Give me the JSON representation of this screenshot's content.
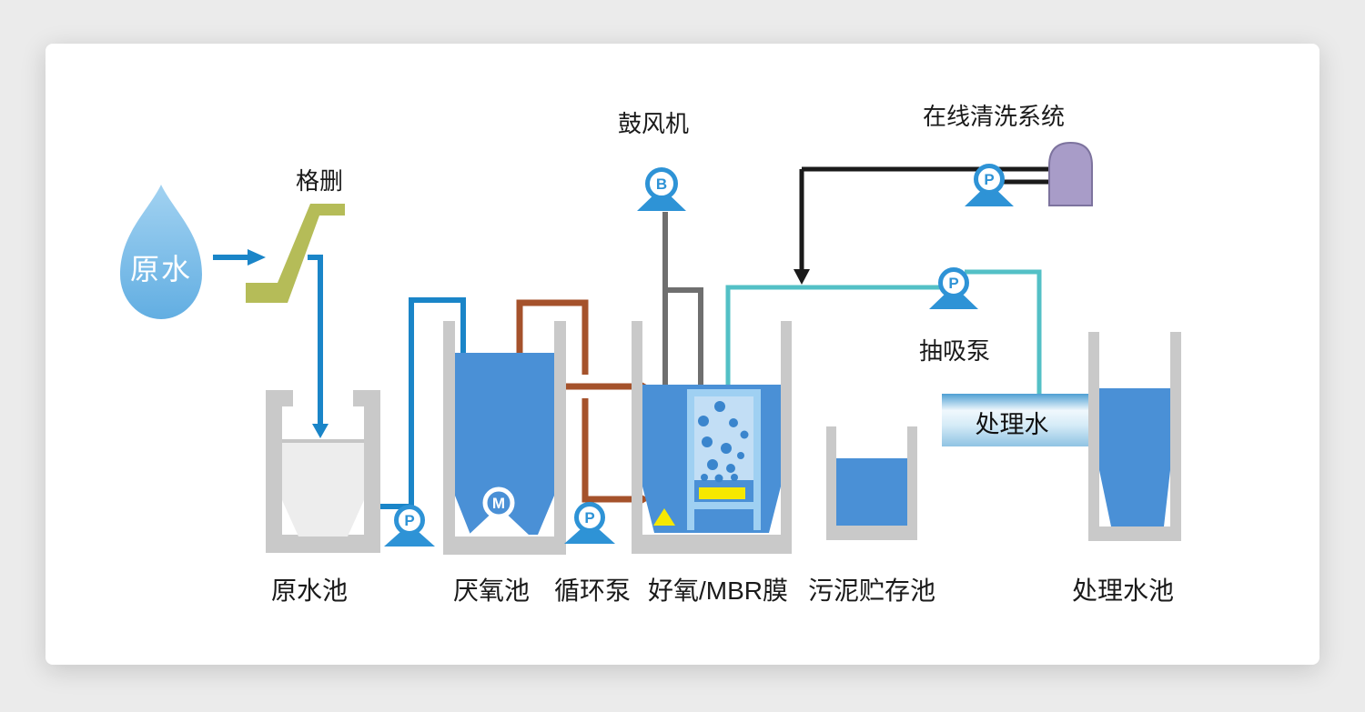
{
  "diagram": {
    "source": {
      "drop_label": "原水"
    },
    "screen": {
      "label": "格删"
    },
    "tanks": {
      "raw": {
        "label": "原水池"
      },
      "anaerobic": {
        "label": "厌氧池"
      },
      "mbr": {
        "label": "好氧/MBR膜"
      },
      "sludge": {
        "label": "污泥贮存池"
      },
      "treated": {
        "label": "处理水池"
      }
    },
    "pumps": {
      "raw_pump": {
        "letter": "P"
      },
      "mixer": {
        "letter": "M"
      },
      "circulation": {
        "letter": "P",
        "label": "循环泵"
      },
      "blower": {
        "letter": "B",
        "label": "鼓风机"
      },
      "suction": {
        "letter": "P",
        "label": "抽吸泵"
      },
      "cleaning": {
        "letter": "P"
      }
    },
    "cleaning_system": {
      "label": "在线清洗系统"
    },
    "treated_water": {
      "label": "处理水"
    },
    "colors": {
      "pipe_blue": "#1a85c8",
      "pipe_brown": "#a5522b",
      "pipe_teal": "#53c0c6",
      "pipe_gray": "#6f6f6f",
      "pipe_black": "#1a1a1a",
      "tank_wall_gray": "#c9c9c9",
      "water_blue": "#4a90d6",
      "raw_water_gray": "#ededed",
      "screen_green": "#b5bc58",
      "membrane_frame_blue": "#9fd0f2",
      "diffuser_yellow": "#f6e800",
      "cleaning_tank_purple": "#a89cc8",
      "pump_blue": "#2e93d6"
    }
  }
}
